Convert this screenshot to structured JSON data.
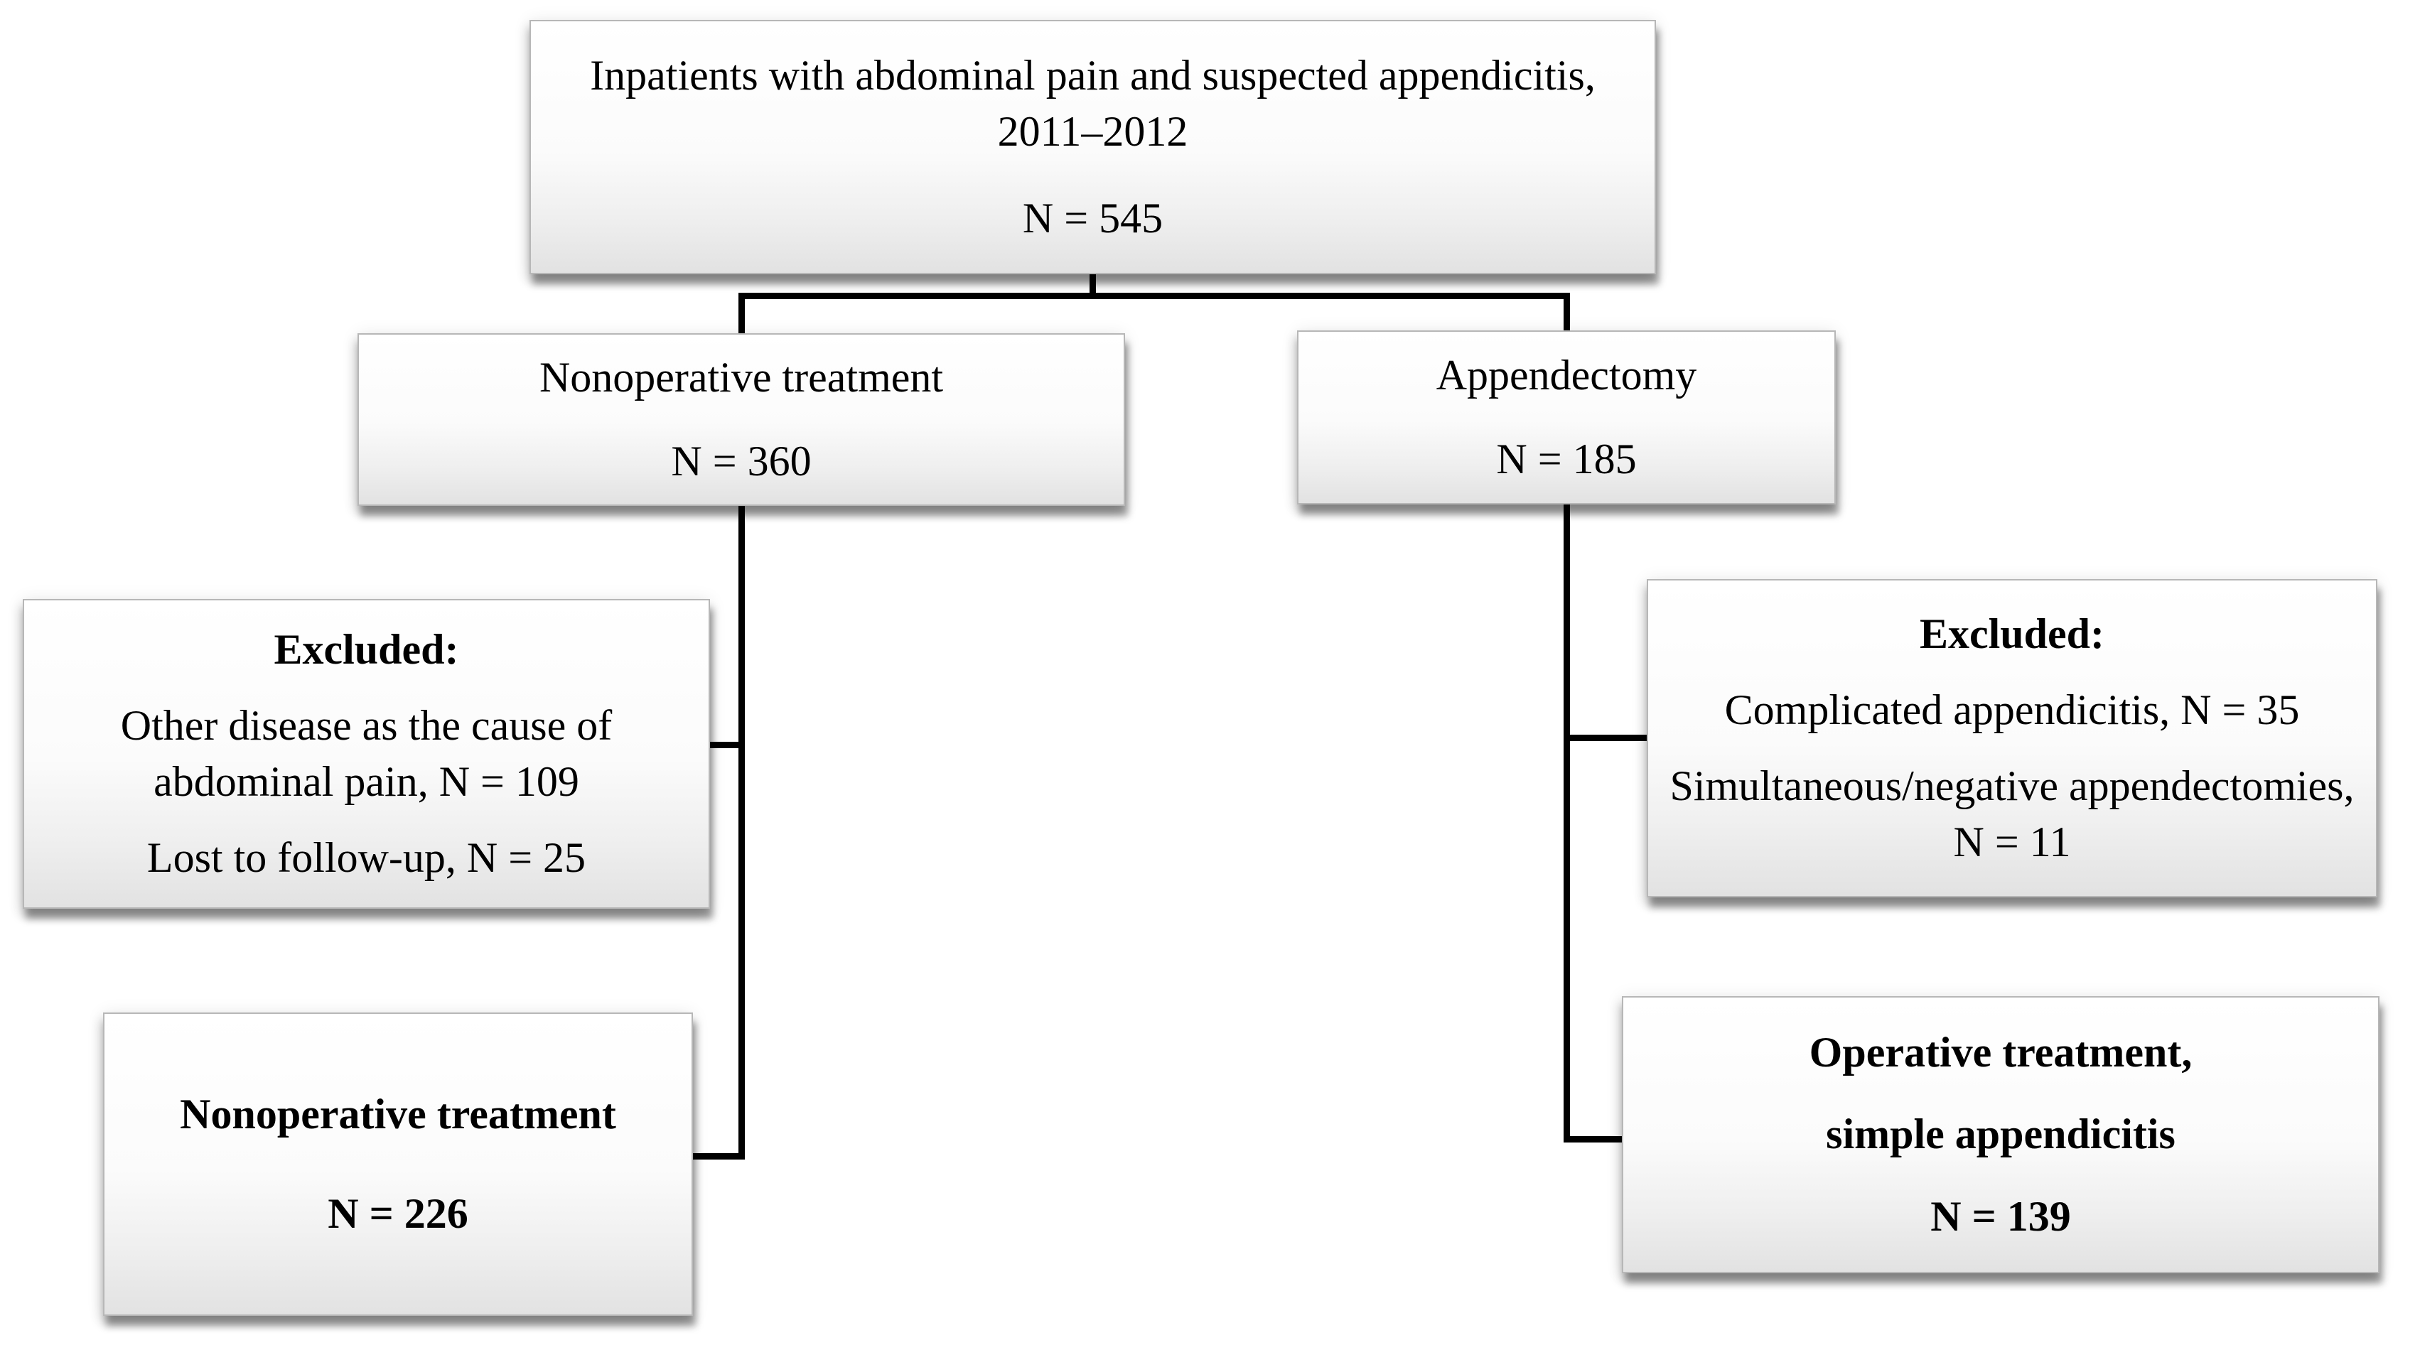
{
  "diagram": {
    "enrollment": {
      "title": "Inpatients with abdominal pain and suspected appendicitis, 2011–2012",
      "n": "N = 545"
    },
    "left_branch": {
      "title": "Nonoperative treatment",
      "n": "N = 360"
    },
    "right_branch": {
      "title": "Appendectomy",
      "n": "N = 185"
    },
    "excluded_left": {
      "heading": "Excluded:",
      "items": [
        "Other disease as the cause of abdominal pain, N = 109",
        "Lost to follow-up, N = 25"
      ]
    },
    "excluded_right": {
      "heading": "Excluded:",
      "items": [
        "Complicated appendicitis, N = 35",
        "Simultaneous/negative appendectomies, N = 11"
      ]
    },
    "outcome_left": {
      "lines": [
        "Nonoperative treatment",
        "N = 226"
      ]
    },
    "outcome_right": {
      "lines": [
        "Operative treatment,",
        "simple appendicitis",
        "N = 139"
      ]
    }
  },
  "colors": {
    "connector": "#000000",
    "box_border": "#b7b7b7",
    "box_fill_top": "#ffffff",
    "box_fill_bottom": "#e2e2e2",
    "text": "#000000",
    "background": "#ffffff"
  }
}
